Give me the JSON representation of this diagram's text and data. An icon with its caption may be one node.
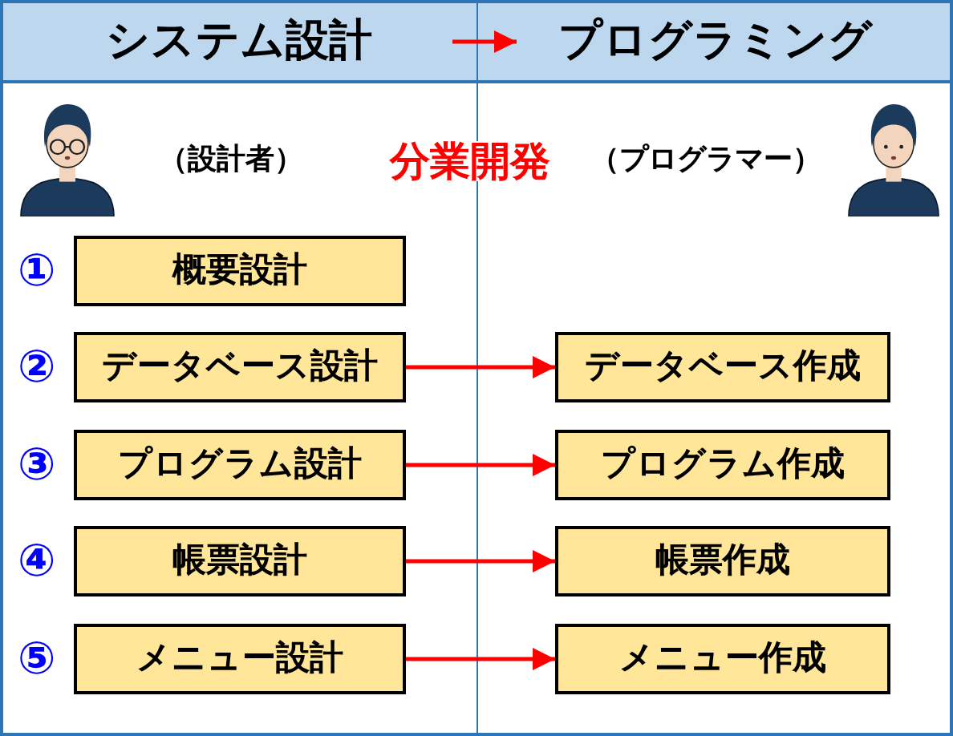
{
  "diagram": {
    "nodes": [
      {
        "text": [
          "システム設計"
        ]
      },
      {
        "text": [
          "プログラミング"
        ]
      },
      {
        "text": [
          "概要設計"
        ]
      },
      {
        "text": [
          "データベース設計"
        ]
      },
      {
        "text": [
          "データベース作成"
        ]
      },
      {
        "text": [
          "プログラム設計"
        ]
      },
      {
        "text": [
          "プログラム作成"
        ]
      },
      {
        "text": [
          "帳票設計"
        ]
      },
      {
        "text": [
          "帳票作成"
        ]
      },
      {
        "text": [
          "メニュー設計"
        ]
      },
      {
        "text": [
          "メニュー作成"
        ]
      }
    ],
    "edges": [
      {
        "from": 0,
        "to": 1,
        "arrow": "to"
      },
      {
        "from": 3,
        "to": 4,
        "arrow": "to"
      },
      {
        "from": 5,
        "to": 6,
        "arrow": "to"
      },
      {
        "from": 7,
        "to": 8,
        "arrow": "to"
      },
      {
        "from": 9,
        "to": 10,
        "arrow": "to"
      }
    ],
    "labels": [
      "（設計者）",
      "分業開発",
      "（プログラマー）",
      "①",
      "②",
      "③",
      "④",
      "⑤"
    ]
  }
}
